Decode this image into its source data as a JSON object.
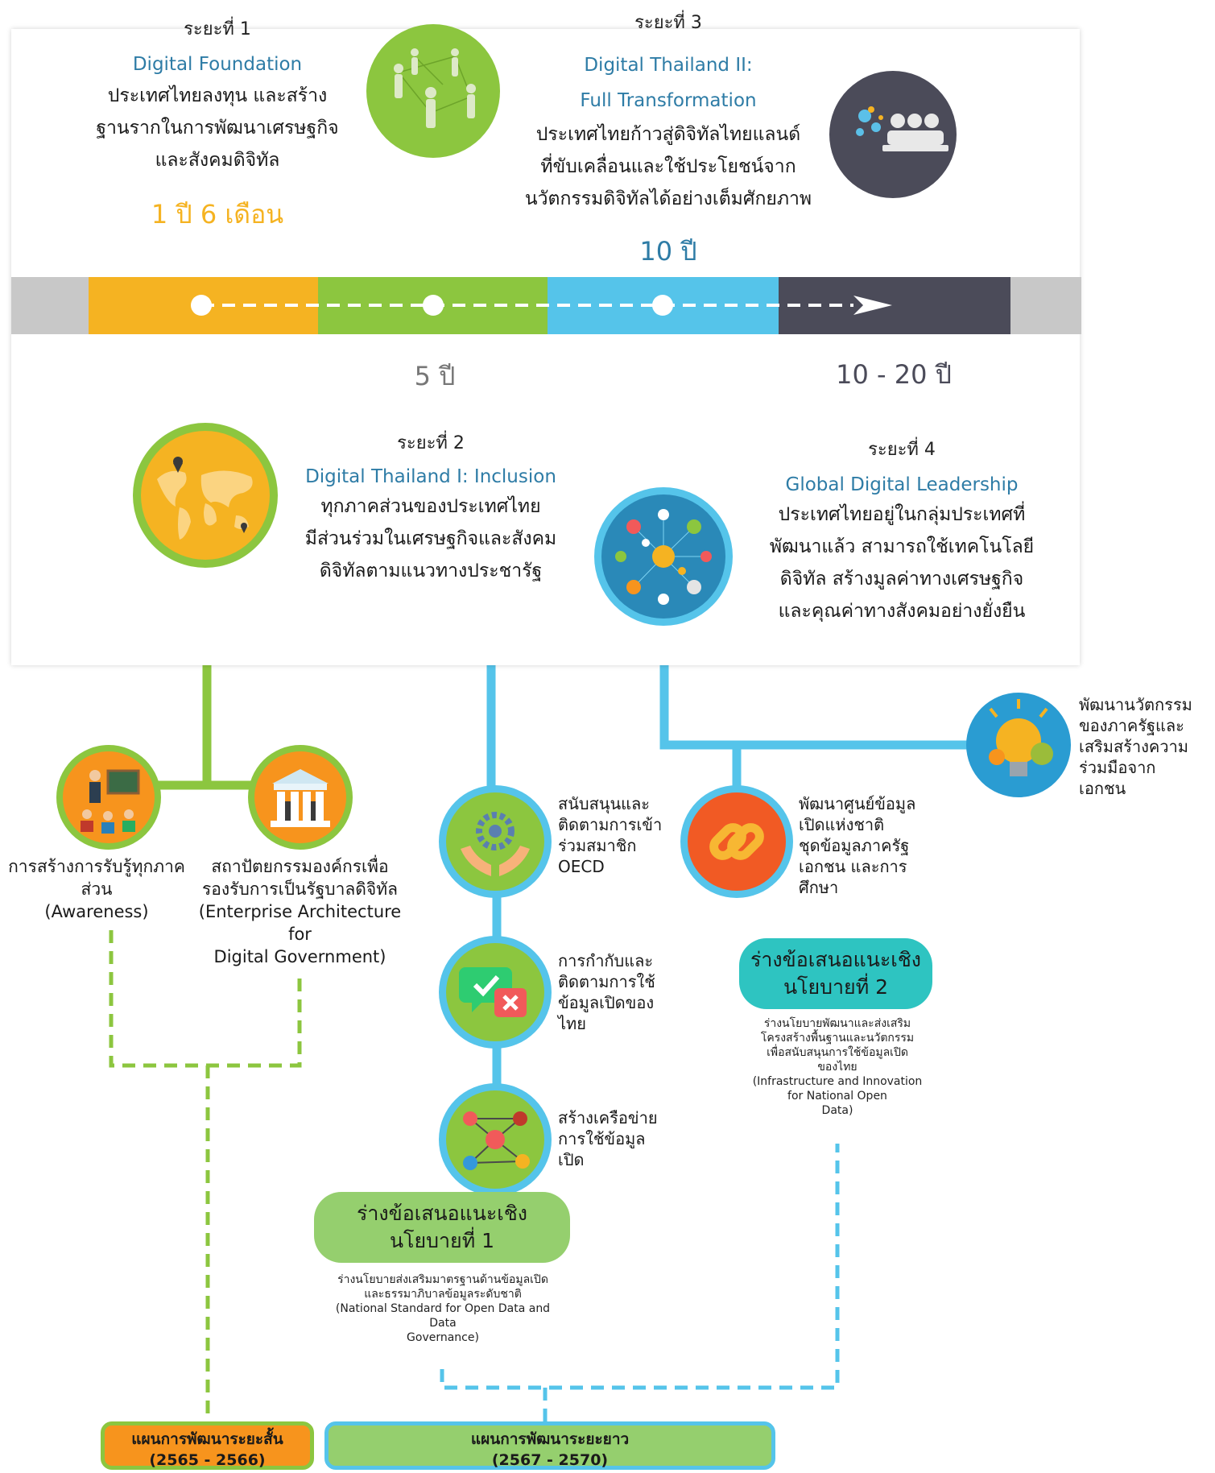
{
  "phases": [
    {
      "label": "ระยะที่ 1",
      "name": "Digital Foundation",
      "desc": [
        "ประเทศไทยลงทุน และสร้าง",
        "ฐานรากในการพัฒนาเศรษฐกิจ",
        "และสังคมดิจิทัล"
      ],
      "duration": "1 ปี 6 เดือน"
    },
    {
      "label": "ระยะที่ 2",
      "name": "Digital Thailand I: Inclusion",
      "desc": [
        "ทุกภาคส่วนของประเทศไทย",
        "มีส่วนร่วมในเศรษฐกิจและสังคม",
        "ดิจิทัลตามแนวทางประชารัฐ"
      ],
      "duration": "5 ปี"
    },
    {
      "label": "ระยะที่ 3",
      "name": [
        "Digital Thailand II:",
        "Full Transformation"
      ],
      "desc": [
        "ประเทศไทยก้าวสู่ดิจิทัลไทยแลนด์",
        "ที่ขับเคลื่อนและใช้ประโยชน์จาก",
        "นวัตกรรมดิจิทัลได้อย่างเต็มศักยภาพ"
      ],
      "duration": "10 ปี"
    },
    {
      "label": "ระยะที่ 4",
      "name": "Global Digital Leadership",
      "desc": [
        "ประเทศไทยอยู่ในกลุ่มประเทศที่",
        "พัฒนาแล้ว สามารถใช้เทคโนโลยี",
        "ดิจิทัล สร้างมูลค่าทางเศรษฐกิจ",
        "และคุณค่าทางสังคมอย่างยั่งยืน"
      ],
      "duration": "10 - 20 ปี"
    }
  ],
  "green_items": [
    {
      "icon": "teacher-icon",
      "label": [
        "การสร้างการรับรู้ทุกภาค",
        "ส่วน",
        "(Awareness)"
      ]
    },
    {
      "icon": "building-icon",
      "label": [
        "สถาปัตยกรรมองค์กรเพื่อ",
        "รองรับการเป็นรัฐบาลดิจิทัล",
        "(Enterprise Architecture",
        "for",
        "Digital Government)"
      ]
    }
  ],
  "blue_items": [
    {
      "icon": "hands-gear-icon",
      "label": [
        "สนับสนุนและ",
        "ติดตามการเข้า",
        "ร่วมสมาชิก",
        "OECD"
      ]
    },
    {
      "icon": "chat-check-icon",
      "label": [
        "การกำกับและ",
        "ติดตามการใช้",
        "ข้อมูลเปิดของ",
        "ไทย"
      ]
    },
    {
      "icon": "network-icon",
      "label": [
        "สร้างเครือข่าย",
        "การใช้ข้อมูล",
        "เปิด"
      ]
    },
    {
      "icon": "link-icon",
      "label": [
        "พัฒนาศูนย์ข้อมูล",
        "เปิดแห่งชาติ",
        "ชุดข้อมูลภาครัฐ",
        "เอกชน และการ",
        "ศึกษา"
      ]
    },
    {
      "icon": "lightbulb-gear-icon",
      "label": [
        "พัฒนานวัตกรรม",
        "ของภาครัฐและ",
        "เสริมสร้างความ",
        "ร่วมมือจาก",
        "เอกชน"
      ]
    }
  ],
  "policies": [
    {
      "title": [
        "ร่างข้อเสนอแนะเชิง",
        "นโยบายที่ 1"
      ],
      "desc": [
        "ร่างนโยบายส่งเสริมมาตรฐานด้านข้อมูลเปิด",
        "และธรรมาภิบาลข้อมูลระดับชาติ",
        "(National Standard for Open Data and",
        "Data",
        "Governance)"
      ],
      "color": "#95cf6e"
    },
    {
      "title": [
        "ร่างข้อเสนอแนะเชิง",
        "นโยบายที่ 2"
      ],
      "desc": [
        "ร่างนโยบายพัฒนาและส่งเสริม",
        "โครงสร้างพื้นฐานและนวัตกรรม",
        "เพื่อสนับสนุนการใช้ข้อมูลเปิด",
        "ของไทย",
        "(Infrastructure and Innovation",
        "for National Open",
        "Data)"
      ],
      "color": "#2ec4c1"
    }
  ],
  "plans": [
    {
      "title": "แผนการพัฒนาระยะสั้น",
      "years": "(2565 - 2566)"
    },
    {
      "title": "แผนการพัฒนาระยะยาว",
      "years": "(2567 - 2570)"
    }
  ],
  "colors": {
    "yellow": "#f5b322",
    "green": "#8cc63f",
    "blue": "#55c4ea",
    "dark": "#4b4b59",
    "gray": "#c8c8c8",
    "orange": "#f7941d",
    "teal": "#2ec4c1"
  }
}
